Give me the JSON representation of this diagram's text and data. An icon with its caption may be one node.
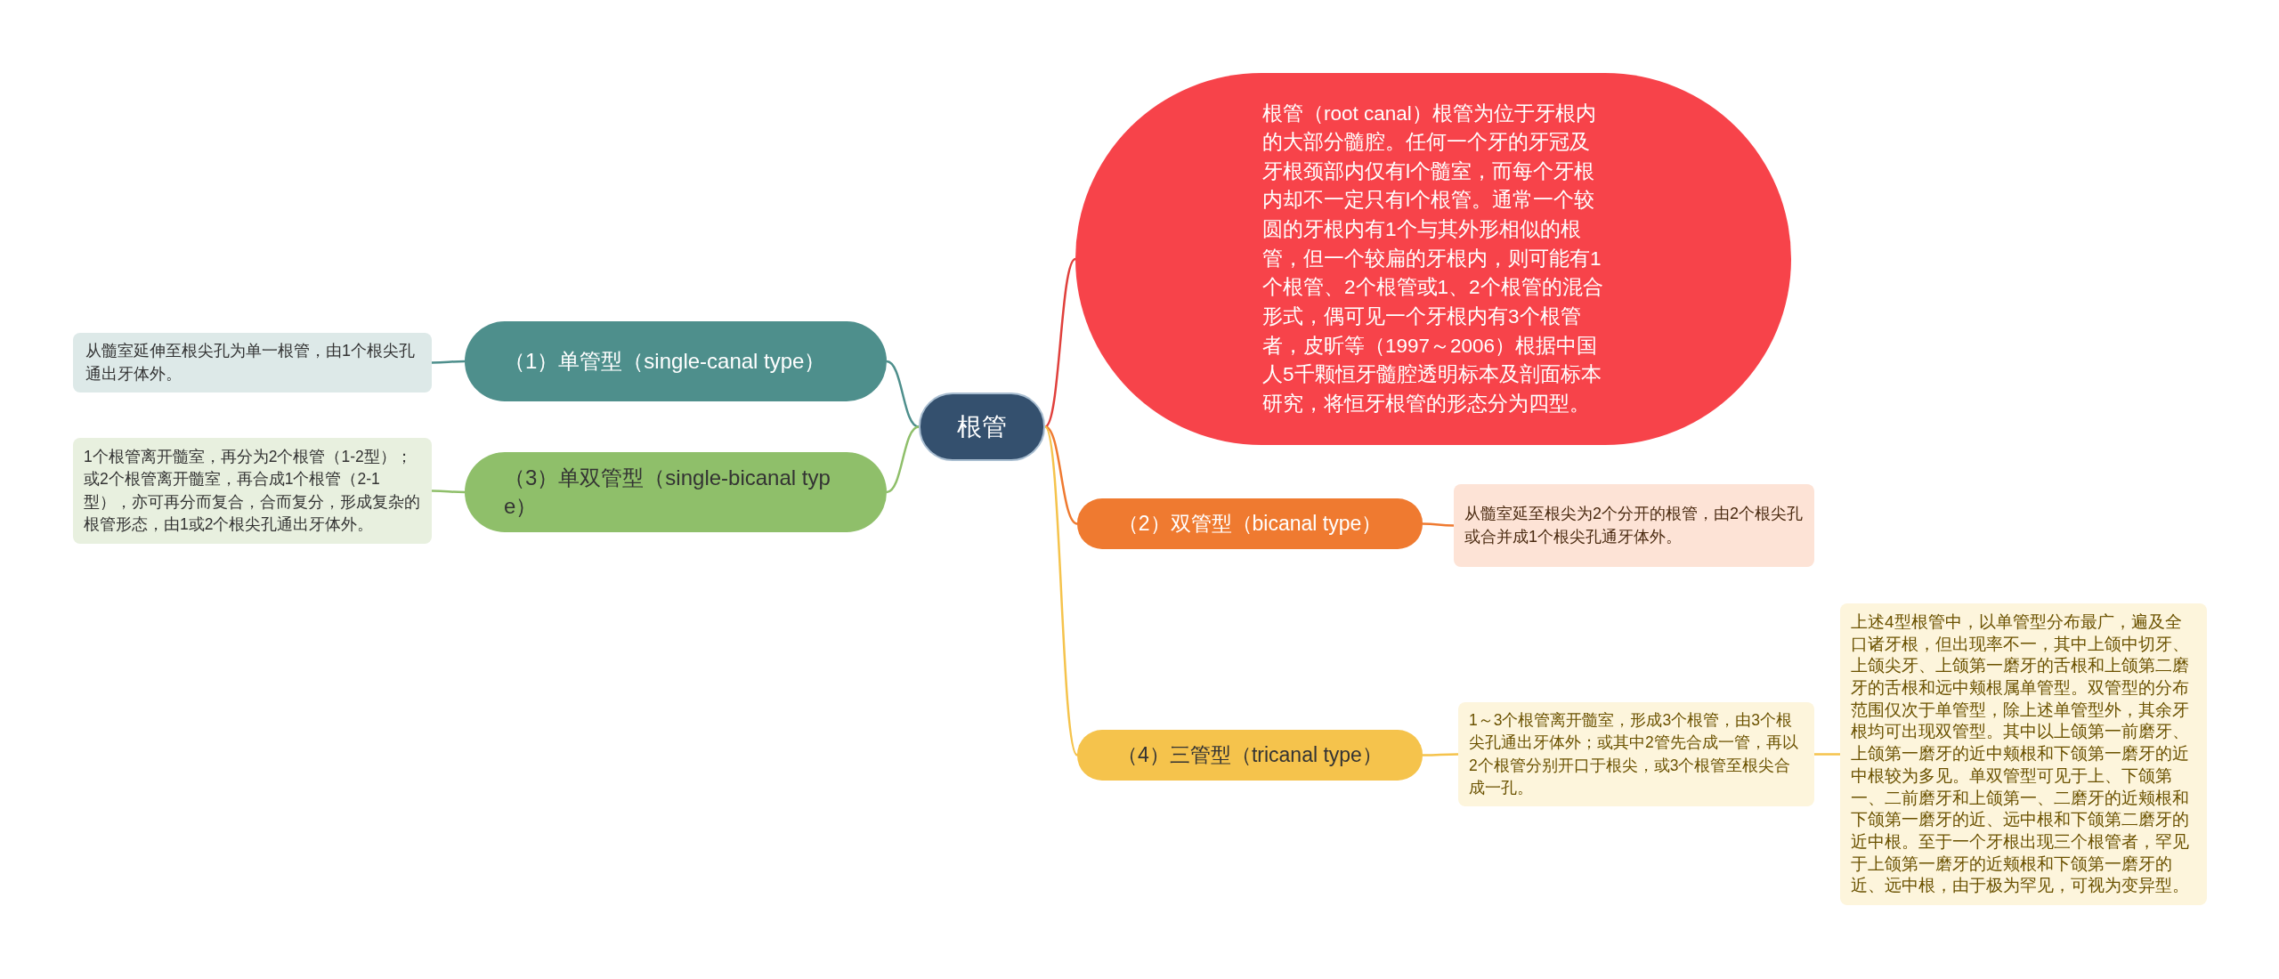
{
  "diagram": {
    "nodes": [
      {
        "text": [
          "根管"
        ]
      },
      {
        "text": [
          "根管（root canal）根管为位于牙根内的大部分髓腔。任何一个牙的牙冠及牙根颈部内仅有l个髓室，而每个牙根内却不一定只有l个根管。通常一个较圆的牙根内有1个与其外形相似的根管，但一个较扁的牙根内，则可能有1个根管、2个根管或1、2个根管的混合形式，偶可见一个牙根内有3个根管者，皮昕等（1997～2006）根据中国人5千颗恒牙髓腔透明标本及剖面标本研究，将恒牙根管的形态分为四型。"
        ]
      },
      {
        "text": [
          "（1）单管型（single-canal type）"
        ]
      },
      {
        "text": [
          "从髓室延伸至根尖孔为单一根管，由1个根尖孔通出牙体外。"
        ]
      },
      {
        "text": [
          "（3）单双管型（single-bicanal type）"
        ]
      },
      {
        "text": [
          "1个根管离开髓室，再分为2个根管（1-2型）；或2个根管离开髓室，再合成1个根管（2-1型），亦可再分而复合，合而复分，形成复杂的根管形态，由1或2个根尖孔通出牙体外。"
        ]
      },
      {
        "text": [
          "（2）双管型（bicanal type）"
        ]
      },
      {
        "text": [
          "从髓室延至根尖为2个分开的根管，由2个根尖孔或合并成1个根尖孔通牙体外。"
        ]
      },
      {
        "text": [
          "（4）三管型（tricanal type）"
        ]
      },
      {
        "text": [
          "1～3个根管离开髓室，形成3个根管，由3个根尖孔通出牙体外；或其中2管先合成一管，再以2个根管分别开口于根尖，或3个根管至根尖合成一孔。"
        ]
      },
      {
        "text": [
          "上述4型根管中，以单管型分布最广，遍及全口诸牙根，但出现率不一，其中上颌中切牙、上颌尖牙、上颌第一磨牙的舌根和上颌第二磨牙的舌根和远中颊根属单管型。双管型的分布范围仅次于单管型，除上述单管型外，其余牙根均可出现双管型。其中以上颌第一前磨牙、上颌第一磨牙的近中颊根和下颌第一磨牙的近中根较为多见。单双管型可见于上、下颌第一、二前磨牙和上颌第一、二磨牙的近颊根和下颌第一磨牙的近、远中根和下颌第二磨牙的近中根。至于一个牙根出现三个根管者，罕见于上颌第一磨牙的近颊根和下颌第一磨牙的近、远中根，由于极为罕见，可视为变异型。"
        ]
      }
    ],
    "edges": [
      {
        "from": 0,
        "to": 1,
        "arrow": "none",
        "color": "#e0403c"
      },
      {
        "from": 0,
        "to": 2,
        "arrow": "none",
        "color": "#4e8f8c"
      },
      {
        "from": 2,
        "to": 3,
        "arrow": "none",
        "color": "#4e8f8c"
      },
      {
        "from": 0,
        "to": 4,
        "arrow": "none",
        "color": "#8fbf6a"
      },
      {
        "from": 4,
        "to": 5,
        "arrow": "none",
        "color": "#8fbf6a"
      },
      {
        "from": 0,
        "to": 6,
        "arrow": "none",
        "color": "#ef7a30"
      },
      {
        "from": 6,
        "to": 7,
        "arrow": "none",
        "color": "#ef7a30"
      },
      {
        "from": 0,
        "to": 8,
        "arrow": "none",
        "color": "#f5c34c"
      },
      {
        "from": 8,
        "to": 9,
        "arrow": "none",
        "color": "#f5c34c"
      },
      {
        "from": 9,
        "to": 10,
        "arrow": "none",
        "color": "#f5c34c"
      }
    ]
  }
}
